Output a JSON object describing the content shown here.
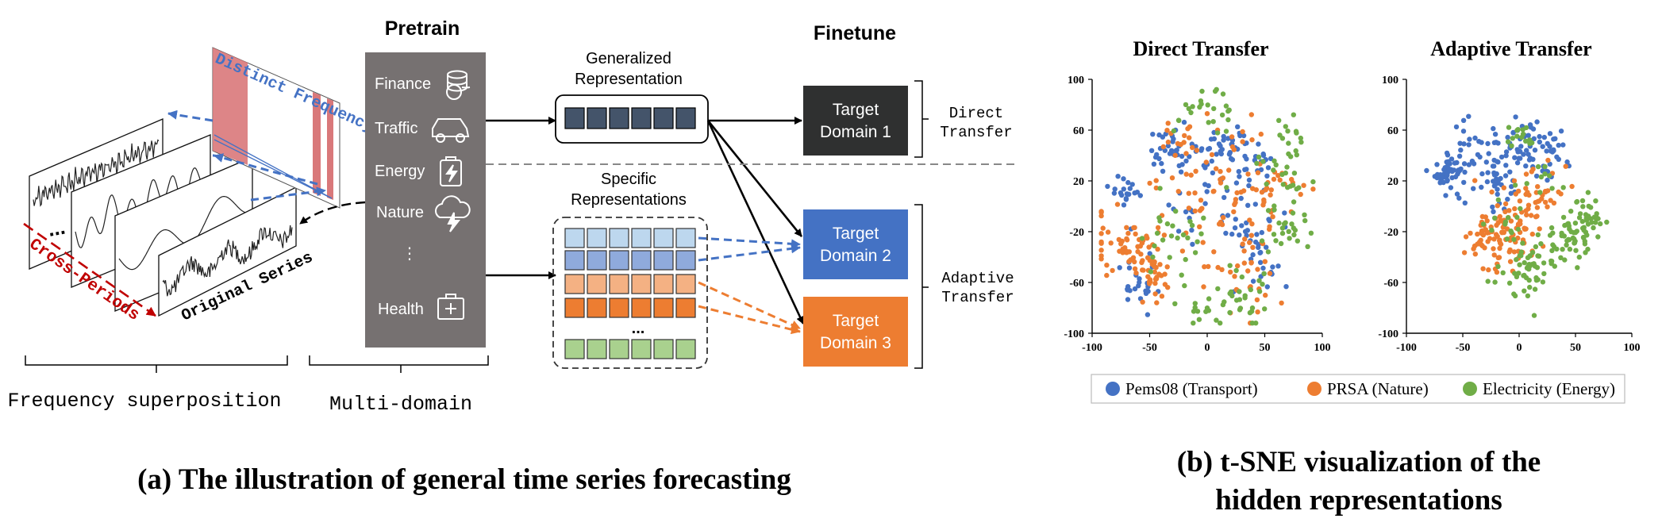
{
  "panel_a": {
    "caption": "(a) The illustration of general time series forecasting",
    "pretrain_title": "Pretrain",
    "finetune_title": "Finetune",
    "distinct_frequency": "Distinct Frequency",
    "cross_periods": "Cross-Periods",
    "original_series": "Original Series",
    "ellipsis": "...",
    "frequency_superposition": "Frequency superposition",
    "multi_domain": "Multi-domain",
    "domains": [
      {
        "label": "Finance",
        "icon": "coins-icon"
      },
      {
        "label": "Traffic",
        "icon": "car-icon"
      },
      {
        "label": "Energy",
        "icon": "battery-bolt-icon"
      },
      {
        "label": "Nature",
        "icon": "storm-cloud-icon"
      },
      {
        "label": "⋮",
        "icon": ""
      },
      {
        "label": "Health",
        "icon": "medical-kit-icon"
      }
    ],
    "generalized_line1": "Generalized",
    "generalized_line2": "Representation",
    "specific_line1": "Specific",
    "specific_line2": "Representations",
    "specific_ellipsis": "...",
    "targets": [
      {
        "line1": "Target",
        "line2": "Domain 1",
        "color": "#2f3030"
      },
      {
        "line1": "Target",
        "line2": "Domain 2",
        "color": "#4472c4"
      },
      {
        "line1": "Target",
        "line2": "Domain 3",
        "color": "#ed7d31"
      }
    ],
    "direct_transfer_1": "Direct",
    "direct_transfer_2": "Transfer",
    "adaptive_transfer_1": "Adaptive",
    "adaptive_transfer_2": "Transfer",
    "colors": {
      "pretrain_box": "#767171",
      "generalized_cell": "#44546a",
      "blue_light": "#bdd7ee",
      "blue_mid": "#8faadc",
      "orange_light": "#f4b183",
      "orange_dark": "#ed7d31",
      "green_light": "#a9d18e",
      "red_band": "#d9787a",
      "blue_annot": "#4472c4",
      "red_annot": "#c00000"
    }
  },
  "panel_b": {
    "caption_line1": "(b) t-SNE visualization of the",
    "caption_line2": "hidden representations",
    "legend": [
      {
        "label": "Pems08 (Transport)",
        "color": "#4472c4"
      },
      {
        "label": "PRSA (Nature)",
        "color": "#ed7d31"
      },
      {
        "label": "Electricity (Energy)",
        "color": "#70ad47"
      }
    ]
  },
  "chart_data": [
    {
      "type": "scatter",
      "title": "Direct Transfer",
      "xlim": [
        -100,
        100
      ],
      "ylim": [
        -100,
        100
      ],
      "xticks": [
        -100,
        -50,
        0,
        50,
        100
      ],
      "yticks": [
        -100,
        -60,
        -20,
        20,
        60,
        100
      ],
      "series": [
        {
          "name": "Pems08 (Transport)",
          "color": "#4472c4",
          "clusters": [
            [
              -35,
              45,
              10,
              30
            ],
            [
              15,
              40,
              12,
              40
            ],
            [
              45,
              38,
              10,
              20
            ],
            [
              -70,
              10,
              8,
              20
            ],
            [
              40,
              -20,
              12,
              30
            ],
            [
              -60,
              -65,
              10,
              25
            ],
            [
              -5,
              10,
              20,
              25
            ],
            [
              50,
              -55,
              8,
              12
            ]
          ]
        },
        {
          "name": "PRSA (Nature)",
          "color": "#ed7d31",
          "clusters": [
            [
              -70,
              -30,
              14,
              60
            ],
            [
              -45,
              -55,
              10,
              30
            ],
            [
              0,
              25,
              30,
              40
            ],
            [
              20,
              -10,
              25,
              40
            ],
            [
              35,
              -50,
              15,
              25
            ],
            [
              -20,
              50,
              10,
              15
            ],
            [
              60,
              20,
              10,
              15
            ]
          ]
        },
        {
          "name": "Electricity (Energy)",
          "color": "#70ad47",
          "clusters": [
            [
              0,
              75,
              12,
              25
            ],
            [
              65,
              25,
              12,
              25
            ],
            [
              70,
              -20,
              10,
              25
            ],
            [
              25,
              -75,
              15,
              30
            ],
            [
              -10,
              -80,
              10,
              12
            ],
            [
              -30,
              -20,
              20,
              25
            ],
            [
              75,
              55,
              8,
              10
            ]
          ]
        }
      ]
    },
    {
      "type": "scatter",
      "title": "Adaptive Transfer",
      "xlim": [
        -100,
        100
      ],
      "ylim": [
        -100,
        100
      ],
      "xticks": [
        -100,
        -50,
        0,
        50,
        100
      ],
      "yticks": [
        -100,
        -60,
        -20,
        20,
        60,
        100
      ],
      "series": [
        {
          "name": "Pems08 (Transport)",
          "color": "#4472c4",
          "clusters": [
            [
              -65,
              26,
              6,
              40
            ],
            [
              -35,
              35,
              15,
              55
            ],
            [
              0,
              42,
              12,
              45
            ],
            [
              25,
              40,
              10,
              30
            ],
            [
              -15,
              15,
              8,
              15
            ]
          ]
        },
        {
          "name": "PRSA (Nature)",
          "color": "#ed7d31",
          "clusters": [
            [
              -30,
              -25,
              12,
              50
            ],
            [
              0,
              -5,
              15,
              60
            ],
            [
              -5,
              -30,
              10,
              20
            ],
            [
              25,
              10,
              10,
              15
            ]
          ]
        },
        {
          "name": "Electricity (Energy)",
          "color": "#70ad47",
          "clusters": [
            [
              10,
              -50,
              12,
              55
            ],
            [
              45,
              -20,
              10,
              40
            ],
            [
              60,
              -10,
              8,
              35
            ],
            [
              0,
              55,
              6,
              15
            ],
            [
              20,
              25,
              8,
              10
            ],
            [
              -10,
              -15,
              10,
              15
            ]
          ]
        }
      ]
    }
  ]
}
